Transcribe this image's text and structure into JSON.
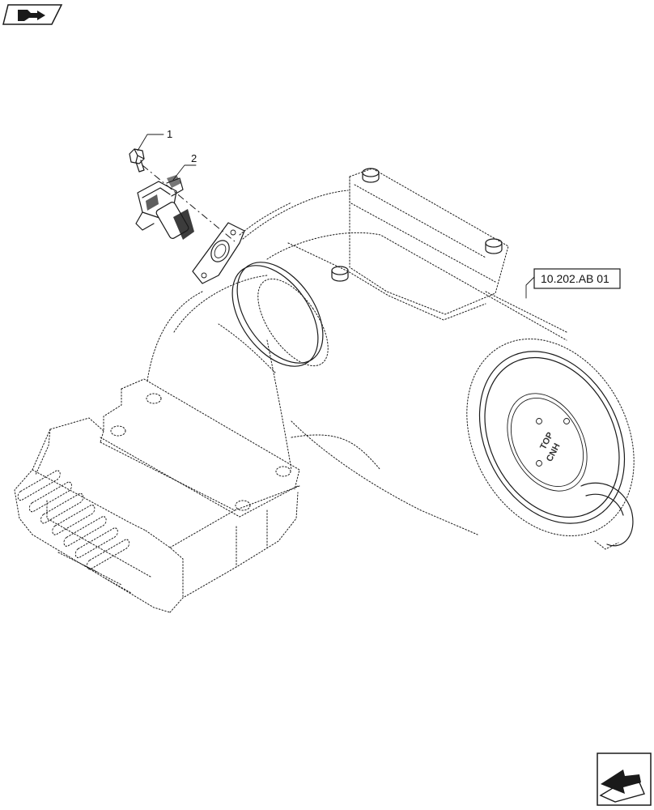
{
  "diagram": {
    "callouts": [
      {
        "id": "1",
        "label": "1"
      },
      {
        "id": "2",
        "label": "2"
      }
    ],
    "reference": "10.202.AB 01",
    "cover_marks": [
      "TOP",
      "CNH"
    ],
    "icons": {
      "top_left": "book-arrow-icon",
      "bottom_right": "next-page-arrow-icon"
    }
  },
  "colors": {
    "ink": "#1a1a1a",
    "paper": "#ffffff"
  }
}
